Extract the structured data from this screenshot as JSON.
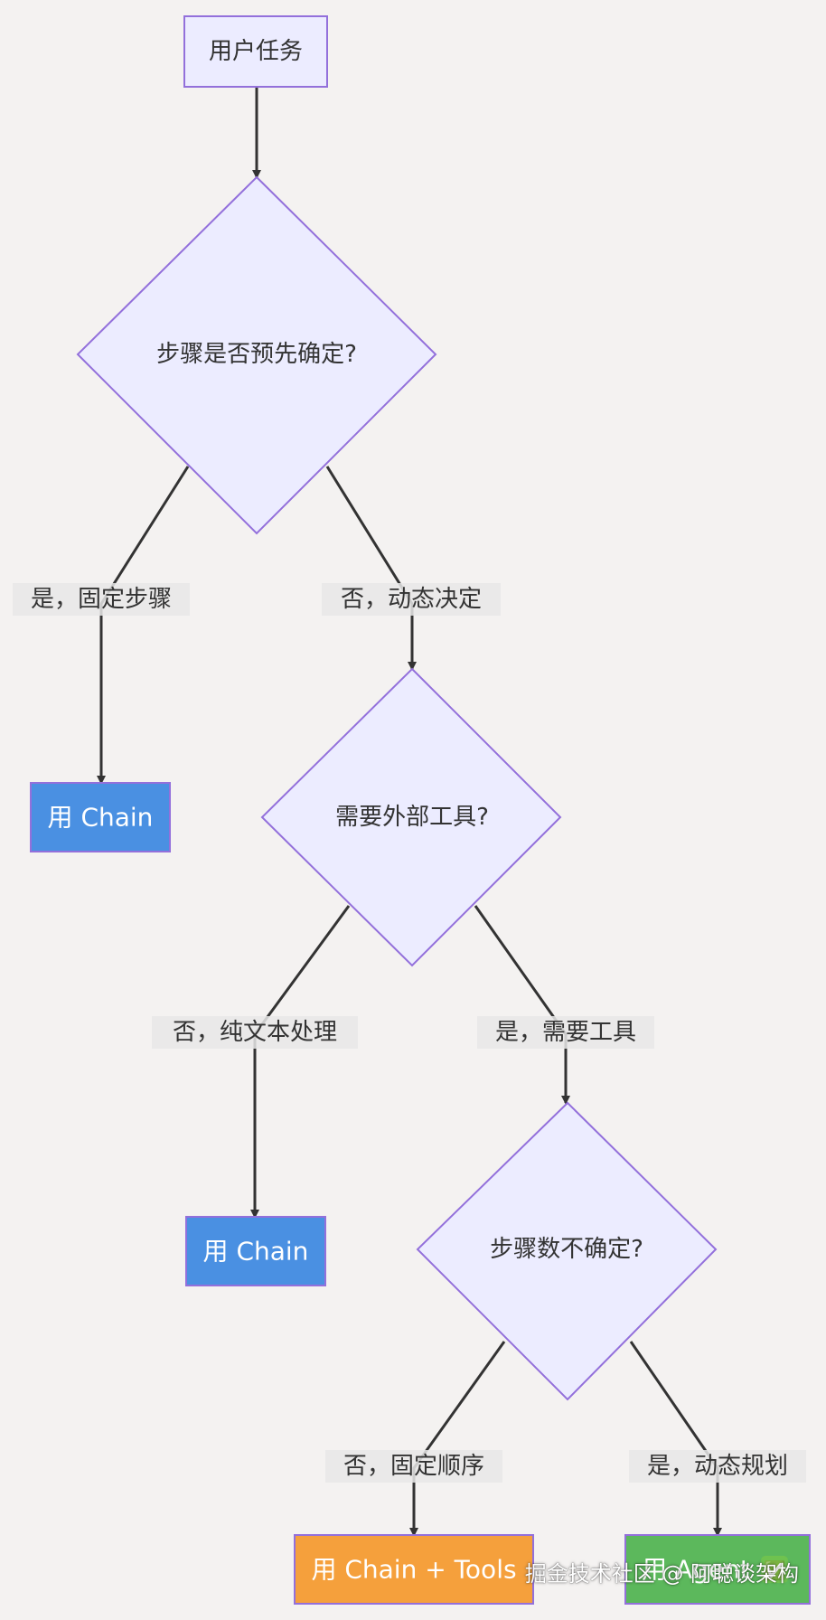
{
  "nodes": {
    "start": "用户任务",
    "q1": "步骤是否预先确定?",
    "chain1": "用 Chain",
    "q2": "需要外部工具?",
    "chain2": "用 Chain",
    "q3": "步骤数不确定?",
    "chain_tools": "用 Chain + Tools",
    "agent": "用 Agent",
    "agent_emoji": "✅"
  },
  "edges": {
    "q1_yes": "是，固定步骤",
    "q1_no": "否，动态决定",
    "q2_no": "否，纯文本处理",
    "q2_yes": "是，需要工具",
    "q3_no": "否，固定顺序",
    "q3_yes": "是，动态规划"
  },
  "watermark": "掘金技术社区 @ 阿聪谈架构",
  "colors": {
    "background": "#f4f2f1",
    "decision_fill": "#ececff",
    "decision_stroke": "#9370db",
    "chain_fill": "#4a90e2",
    "orange_fill": "#f5a03c",
    "green_fill": "#5cb85c",
    "arrow": "#333333"
  }
}
